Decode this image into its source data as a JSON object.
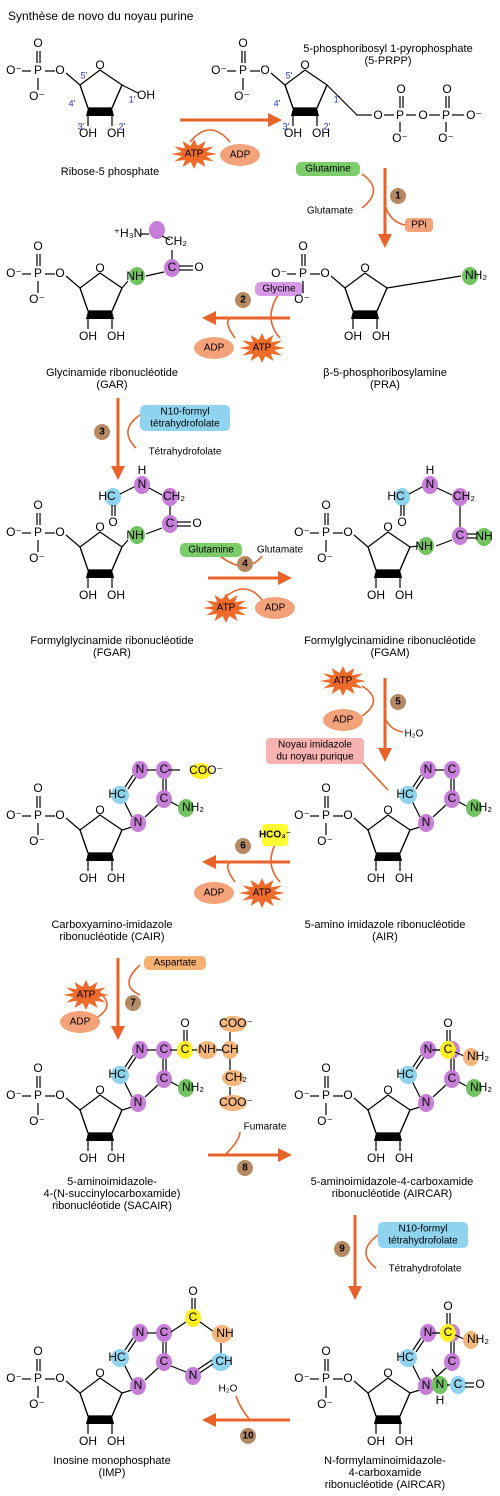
{
  "title": "Synthèse de novo du noyau purine",
  "colors": {
    "arrow": "#e8632a",
    "atp": "#f06a2a",
    "adp": "#f4a27a",
    "glutamine": "#7ccc6a",
    "glycine": "#d89ae6",
    "formyl": "#8fd3ee",
    "aspartate": "#f6b070",
    "hco3": "#ffff33",
    "imidazole_box": "#f7b2b2",
    "step_badge": "#b58a62",
    "atom_c_purple": "#c77ed8",
    "atom_n_purple": "#c77ed8",
    "atom_n_green": "#72c460",
    "atom_c_blue": "#8fd3ee",
    "atom_c_yellow": "#ffee22",
    "atom_orange": "#f4b67a"
  },
  "compounds": {
    "r5p": "Ribose-5 phosphate",
    "prpp_1": "5-phosphoribosyl 1-pyrophosphate",
    "prpp_2": "(5-PRPP)",
    "gar_1": "Glycinamide ribonucléotide",
    "gar_2": "(GAR)",
    "pra_1": "β-5-phosphoribosylamine",
    "pra_2": "(PRA)",
    "fgar_1": "Formylglycinamide ribonucléotide",
    "fgar_2": "(FGAR)",
    "fgam_1": "Formylglycinamidine ribonucléotide",
    "fgam_2": "(FGAM)",
    "cair_1": "Carboxyamino-imidazole",
    "cair_2": "ribonucléotide (CAIR)",
    "air_1": "5-amino imidazole ribonucléotide",
    "air_2": "(AIR)",
    "sacair_1": "5-aminoimidazole-",
    "sacair_2": "4-(N-succinylocarboxamide)",
    "sacair_3": "ribonucléotide (SACAIR)",
    "aicar_1": "5-aminoimidazole-4-carboxamide",
    "aicar_2": "ribonucléotide (AIRCAR)",
    "faicar_1": "N-formylaminoimidazole-",
    "faicar_2": "4-carboxamide",
    "faicar_3": "ribonucléotide (AIRCAR)",
    "imp_1": "Inosine monophosphate",
    "imp_2": "(IMP)"
  },
  "reagents": {
    "atp": "ATP",
    "adp": "ADP",
    "glutamine": "Glutamine",
    "glutamate": "Glutamate",
    "ppi": "PPi",
    "glycine": "Glycine",
    "n10_1": "N10-formyl",
    "n10_2": "tétrahydrofolate",
    "thf": "Tétrahydrofolate",
    "h2o": "H₂O",
    "imidazole_1": "Noyau imidazole",
    "imidazole_2": "du noyau purique",
    "hco3": "HCO₃⁻",
    "aspartate": "Aspartate",
    "fumarate": "Fumarate"
  },
  "steps": [
    "1",
    "2",
    "3",
    "4",
    "5",
    "6",
    "7",
    "8",
    "9",
    "10"
  ],
  "ribose_numbers": {
    "c1": "1'",
    "c2": "2'",
    "c3": "3'",
    "c4": "4'",
    "c5": "5'"
  },
  "atoms": {
    "P": "P",
    "O": "O",
    "Ominus": "O⁻",
    "OH": "OH",
    "N": "N",
    "NH": "NH",
    "NH2": "NH₂",
    "C": "C",
    "CH": "CH",
    "CH2": "CH₂",
    "HC": "HC",
    "H3N": "⁺H₃N",
    "H": "H",
    "COO": "COO⁻",
    "C_COO": "C—COO⁻",
    "NH_link": "NH"
  }
}
